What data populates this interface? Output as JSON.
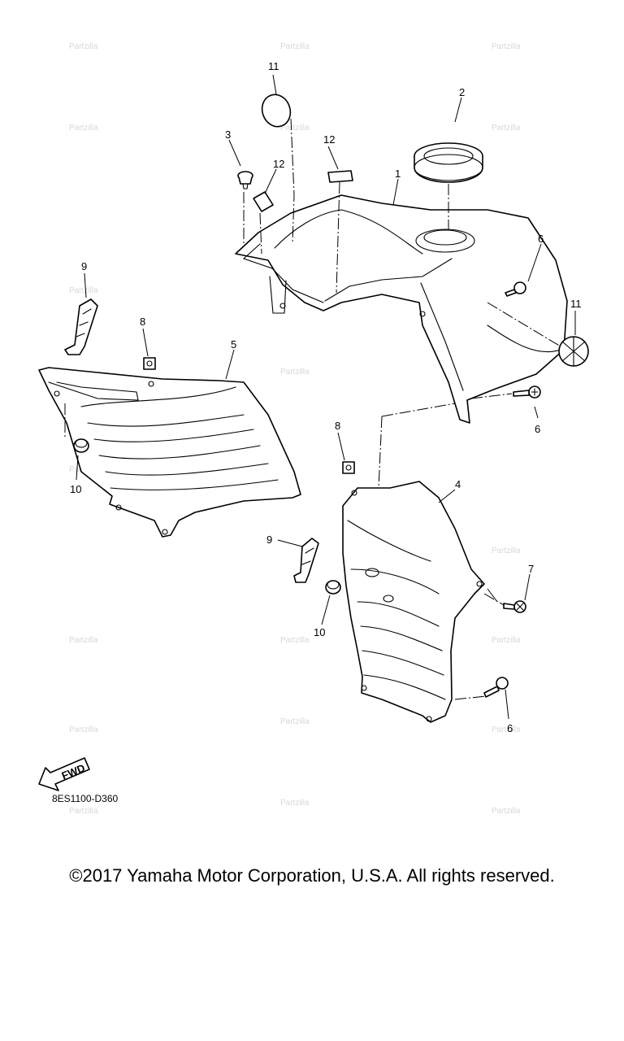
{
  "callouts": {
    "c1": "1",
    "c2": "2",
    "c3": "3",
    "c4": "4",
    "c5": "5",
    "c6a": "6",
    "c6b": "6",
    "c6c": "6",
    "c7": "7",
    "c8a": "8",
    "c8b": "8",
    "c9a": "9",
    "c9b": "9",
    "c10a": "10",
    "c10b": "10",
    "c11a": "11",
    "c11b": "11",
    "c12a": "12",
    "c12b": "12"
  },
  "fwd_label": "FWD",
  "drawing_code": "8ES1100-D360",
  "copyright": "©2017 Yamaha Motor Corporation, U.S.A. All rights reserved."
}
